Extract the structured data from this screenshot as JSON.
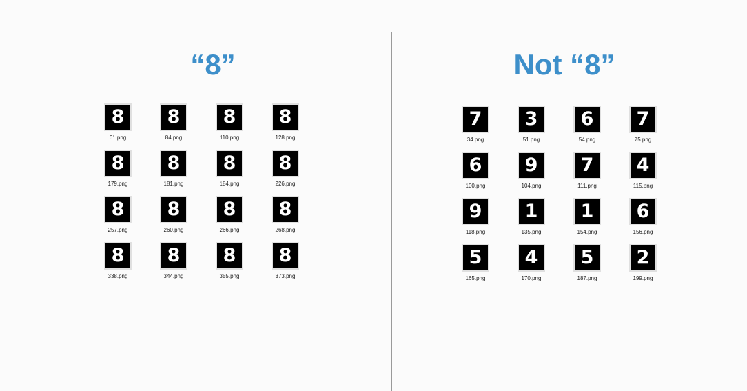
{
  "left": {
    "title": "“8”",
    "images": [
      {
        "file": "61.png",
        "digit": "8"
      },
      {
        "file": "84.png",
        "digit": "8"
      },
      {
        "file": "110.png",
        "digit": "8"
      },
      {
        "file": "128.png",
        "digit": "8"
      },
      {
        "file": "179.png",
        "digit": "8"
      },
      {
        "file": "181.png",
        "digit": "8"
      },
      {
        "file": "184.png",
        "digit": "8"
      },
      {
        "file": "226.png",
        "digit": "8"
      },
      {
        "file": "257.png",
        "digit": "8"
      },
      {
        "file": "260.png",
        "digit": "8"
      },
      {
        "file": "266.png",
        "digit": "8"
      },
      {
        "file": "268.png",
        "digit": "8"
      },
      {
        "file": "338.png",
        "digit": "8"
      },
      {
        "file": "344.png",
        "digit": "8"
      },
      {
        "file": "355.png",
        "digit": "8"
      },
      {
        "file": "373.png",
        "digit": "8"
      }
    ]
  },
  "right": {
    "title": "Not “8”",
    "images": [
      {
        "file": "34.png",
        "digit": "7"
      },
      {
        "file": "51.png",
        "digit": "3"
      },
      {
        "file": "54.png",
        "digit": "6"
      },
      {
        "file": "75.png",
        "digit": "7"
      },
      {
        "file": "100.png",
        "digit": "6"
      },
      {
        "file": "104.png",
        "digit": "9"
      },
      {
        "file": "111.png",
        "digit": "7"
      },
      {
        "file": "115.png",
        "digit": "4"
      },
      {
        "file": "118.png",
        "digit": "9"
      },
      {
        "file": "135.png",
        "digit": "1"
      },
      {
        "file": "154.png",
        "digit": "1"
      },
      {
        "file": "156.png",
        "digit": "6"
      },
      {
        "file": "165.png",
        "digit": "5"
      },
      {
        "file": "170.png",
        "digit": "4"
      },
      {
        "file": "187.png",
        "digit": "5"
      },
      {
        "file": "199.png",
        "digit": "2"
      }
    ]
  },
  "colors": {
    "title": "#3d8fca",
    "divider": "#9a9a9a",
    "background": "#fbfbfb"
  }
}
